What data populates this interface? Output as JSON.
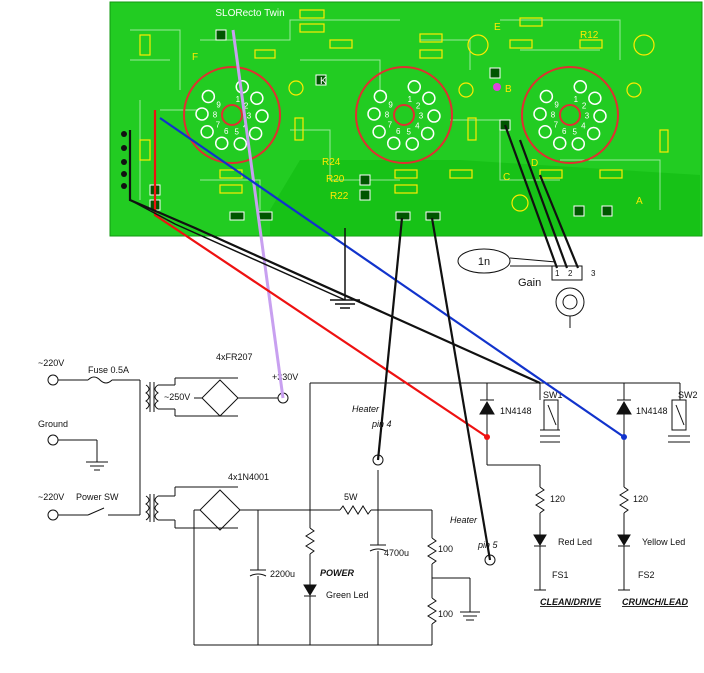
{
  "pcb": {
    "board_title": "SLORecto Twin",
    "labels": {
      "F": "F",
      "E": "E",
      "B": "B",
      "K": "K",
      "C": "C",
      "D": "D",
      "A": "A",
      "R12": "R12",
      "R24": "R24",
      "R20": "R20",
      "R22": "R22"
    },
    "pin_numbers": [
      "1",
      "2",
      "3",
      "4",
      "5",
      "6",
      "7",
      "8",
      "9"
    ]
  },
  "pot": {
    "cap_label": "1n",
    "gain_label": "Gain",
    "pins": [
      "1",
      "2",
      "3"
    ]
  },
  "schematic": {
    "mains_220_a": "~220V",
    "fuse": "Fuse 0.5A",
    "ground": "Ground",
    "mains_220_b": "~220V",
    "power_sw": "Power SW",
    "tx_secondary": "~250V",
    "bridge_hv": "4xFR207",
    "hv_out": "+330V",
    "bridge_lv": "4x1N4001",
    "heater_pin4_a": "Heater",
    "heater_pin4_b": "pin 4",
    "heater_pin5_a": "Heater",
    "heater_pin5_b": "pin 5",
    "resistor_5w": "5W",
    "cap_2200": "2200u",
    "cap_4700": "4700u",
    "r100_a": "100",
    "r100_b": "100",
    "power_label": "POWER",
    "green_led": "Green Led",
    "diode1": "1N4148",
    "diode2": "1N4148",
    "sw1": "SW1",
    "sw2": "SW2",
    "r120_a": "120",
    "r120_b": "120",
    "red_led": "Red Led",
    "yellow_led": "Yellow Led",
    "fs1": "FS1",
    "fs2": "FS2",
    "cleandrive": "CLEAN/DRIVE",
    "crunchlead": "CRUNCH/LEAD"
  },
  "colors": {
    "pcb_bg": "#00cc22",
    "pcb_copper": "#00aa00",
    "tube_ring": "#e03030",
    "wire_red": "#ee1111",
    "wire_blue": "#1133cc",
    "wire_black": "#111111",
    "wire_purple": "#c8a0f0"
  }
}
